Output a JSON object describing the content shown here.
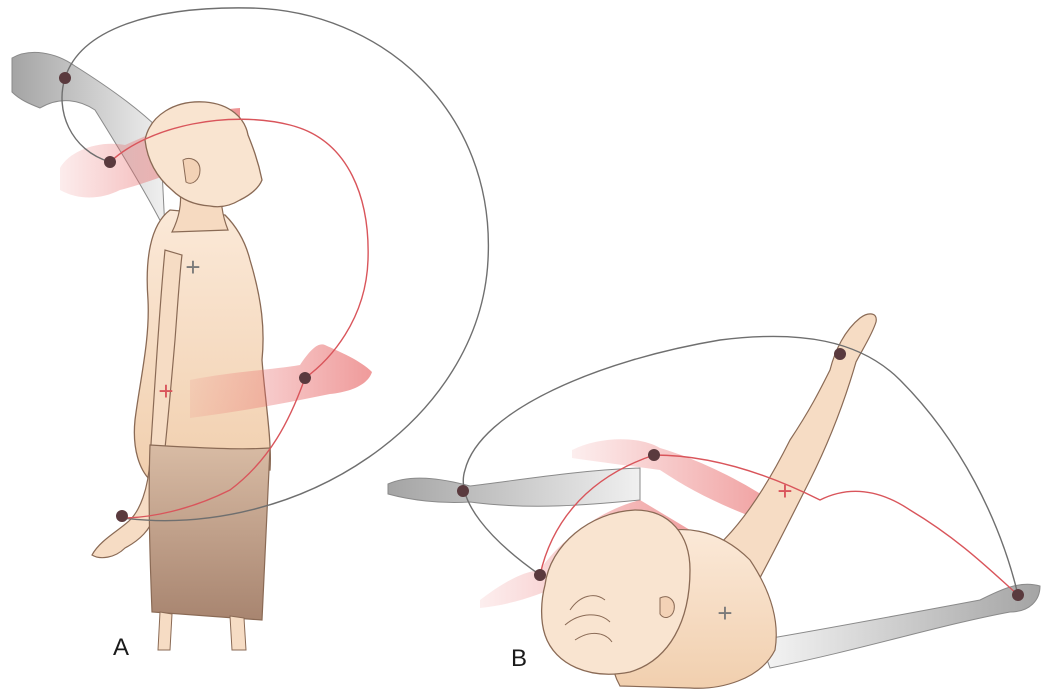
{
  "panels": [
    {
      "label": "A"
    },
    {
      "label": "B"
    }
  ],
  "colors": {
    "background": "#ffffff",
    "skin_light": "#f8e2cc",
    "skin_mid": "#f1cfae",
    "skin_outline": "#8a6a55",
    "shorts": "#c9a58b",
    "shorts_dark": "#a88570",
    "ghost_arm": "#a7a7a7",
    "red_arm": "#e86b6b",
    "gray_arc": "#6f6f6f",
    "red_arc": "#d9555b",
    "joint_dot": "#5a3a3e",
    "plus_gray": "#7a7a7a",
    "plus_red": "#d9555b"
  },
  "markers": {
    "plus_symbol": "+"
  },
  "icons": {
    "standing_figure": "standing-person-side-view",
    "lying_figure": "supine-person-top-view"
  }
}
